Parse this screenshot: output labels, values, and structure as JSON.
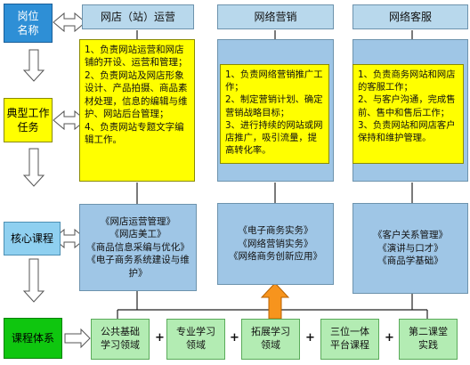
{
  "left": {
    "position_name": "岗位\n名称",
    "typical_tasks": "典型工作\n任务",
    "core_courses": "核心课程",
    "course_system": "课程体系"
  },
  "columns": [
    {
      "title": "网店（站）运营",
      "tasks": [
        "1、负责网站运营和网店铺的开设、运营和管理；",
        "2、负责网站及网店形象设计、产品拍摄、商品素材处理，信息的编辑与维护、网站后台管理；",
        "4、负责网站专题文字编辑工作。"
      ],
      "courses": [
        "《网店运营管理》",
        "《网店美工》",
        "《商品信息采编与优化》",
        "《电子商务系统建设与维护》"
      ]
    },
    {
      "title": "网络营销",
      "tasks": [
        "1、负责网络营销推广工作；",
        "2、制定营销计划、确定营销战略目标；",
        "3、进行持续的网站或网店推广，吸引流量，提高转化率。"
      ],
      "courses": [
        "《电子商务实务》",
        "《网络营销实务》",
        "《网络商务创新应用》"
      ]
    },
    {
      "title": "网络客服",
      "tasks": [
        "1、负责商务网站和网店的客服工作；",
        "2、与客户沟通，完成售前、售中和售后工作；",
        "3、负责网站和网店客户保持和维护管理。"
      ],
      "courses": [
        "《客户关系管理》",
        "《演讲与口才》",
        "《商品学基础》"
      ]
    }
  ],
  "bottom": {
    "items": [
      "公共基础\n学习领域",
      "专业学习\n领域",
      "拓展学习\n领域",
      "三位一体\n平台课程",
      "第二课堂\n实践"
    ],
    "plus": "+"
  },
  "colors": {
    "blue": "#2e8fd6",
    "yellow": "#ffff00",
    "light_blue": "#9fc6e6",
    "green": "#0fc60f",
    "light_green": "#b3ecb3",
    "orange": "#f7941d"
  }
}
